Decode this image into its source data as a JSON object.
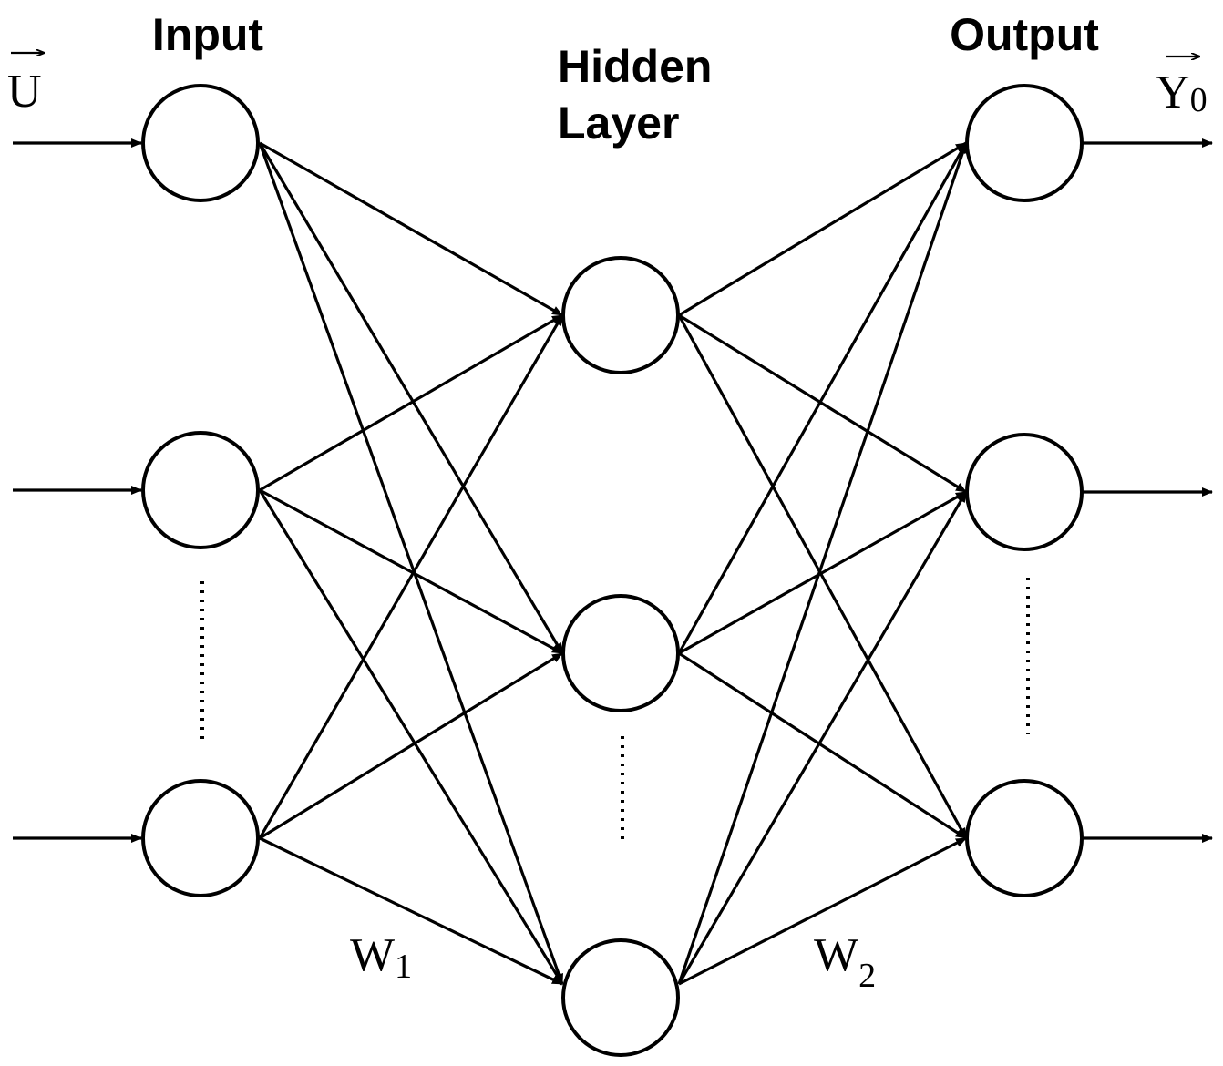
{
  "titles": {
    "input": "Input",
    "hidden_line1": "Hidden",
    "hidden_line2": "Layer",
    "output": "Output"
  },
  "vectors": {
    "input_symbol": "U",
    "output_symbol": "Y",
    "output_subscript": "0"
  },
  "weights": {
    "w1_symbol": "W",
    "w1_subscript": "1",
    "w2_symbol": "W",
    "w2_subscript": "2"
  },
  "layers": {
    "input_visible_nodes": 3,
    "hidden_visible_nodes": 3,
    "output_visible_nodes": 3
  },
  "colors": {
    "ink": "#000000",
    "background": "#ffffff"
  }
}
